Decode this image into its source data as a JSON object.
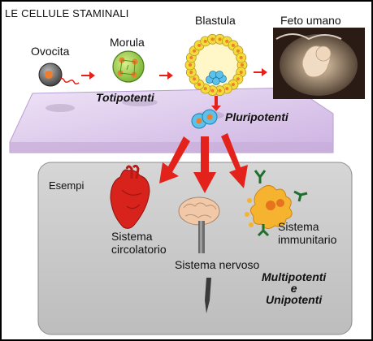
{
  "title": "LE CELLULE STAMINALI",
  "stages": {
    "ovocita": "Ovocita",
    "morula": "Morula",
    "blastula": "Blastula",
    "feto": "Feto umano"
  },
  "potency": {
    "totipotenti": "Totipotenti",
    "pluripotenti": "Pluripotenti",
    "multi_line1": "Multipotenti",
    "multi_line2": "e",
    "multi_line3": "Unipotenti"
  },
  "examples": {
    "header": "Esempi",
    "circolatorio_line1": "Sistema",
    "circolatorio_line2": "circolatorio",
    "nervoso": "Sistema nervoso",
    "immunitario_line1": "Sistema",
    "immunitario_line2": "immunitario"
  },
  "colors": {
    "arrow_red": "#e3231b",
    "plane_lavender": "#d9c4ea",
    "panel_gray": "#c9c9c9",
    "morula_green": "#9fd44a",
    "cell_yellow": "#f3dc3a"
  }
}
